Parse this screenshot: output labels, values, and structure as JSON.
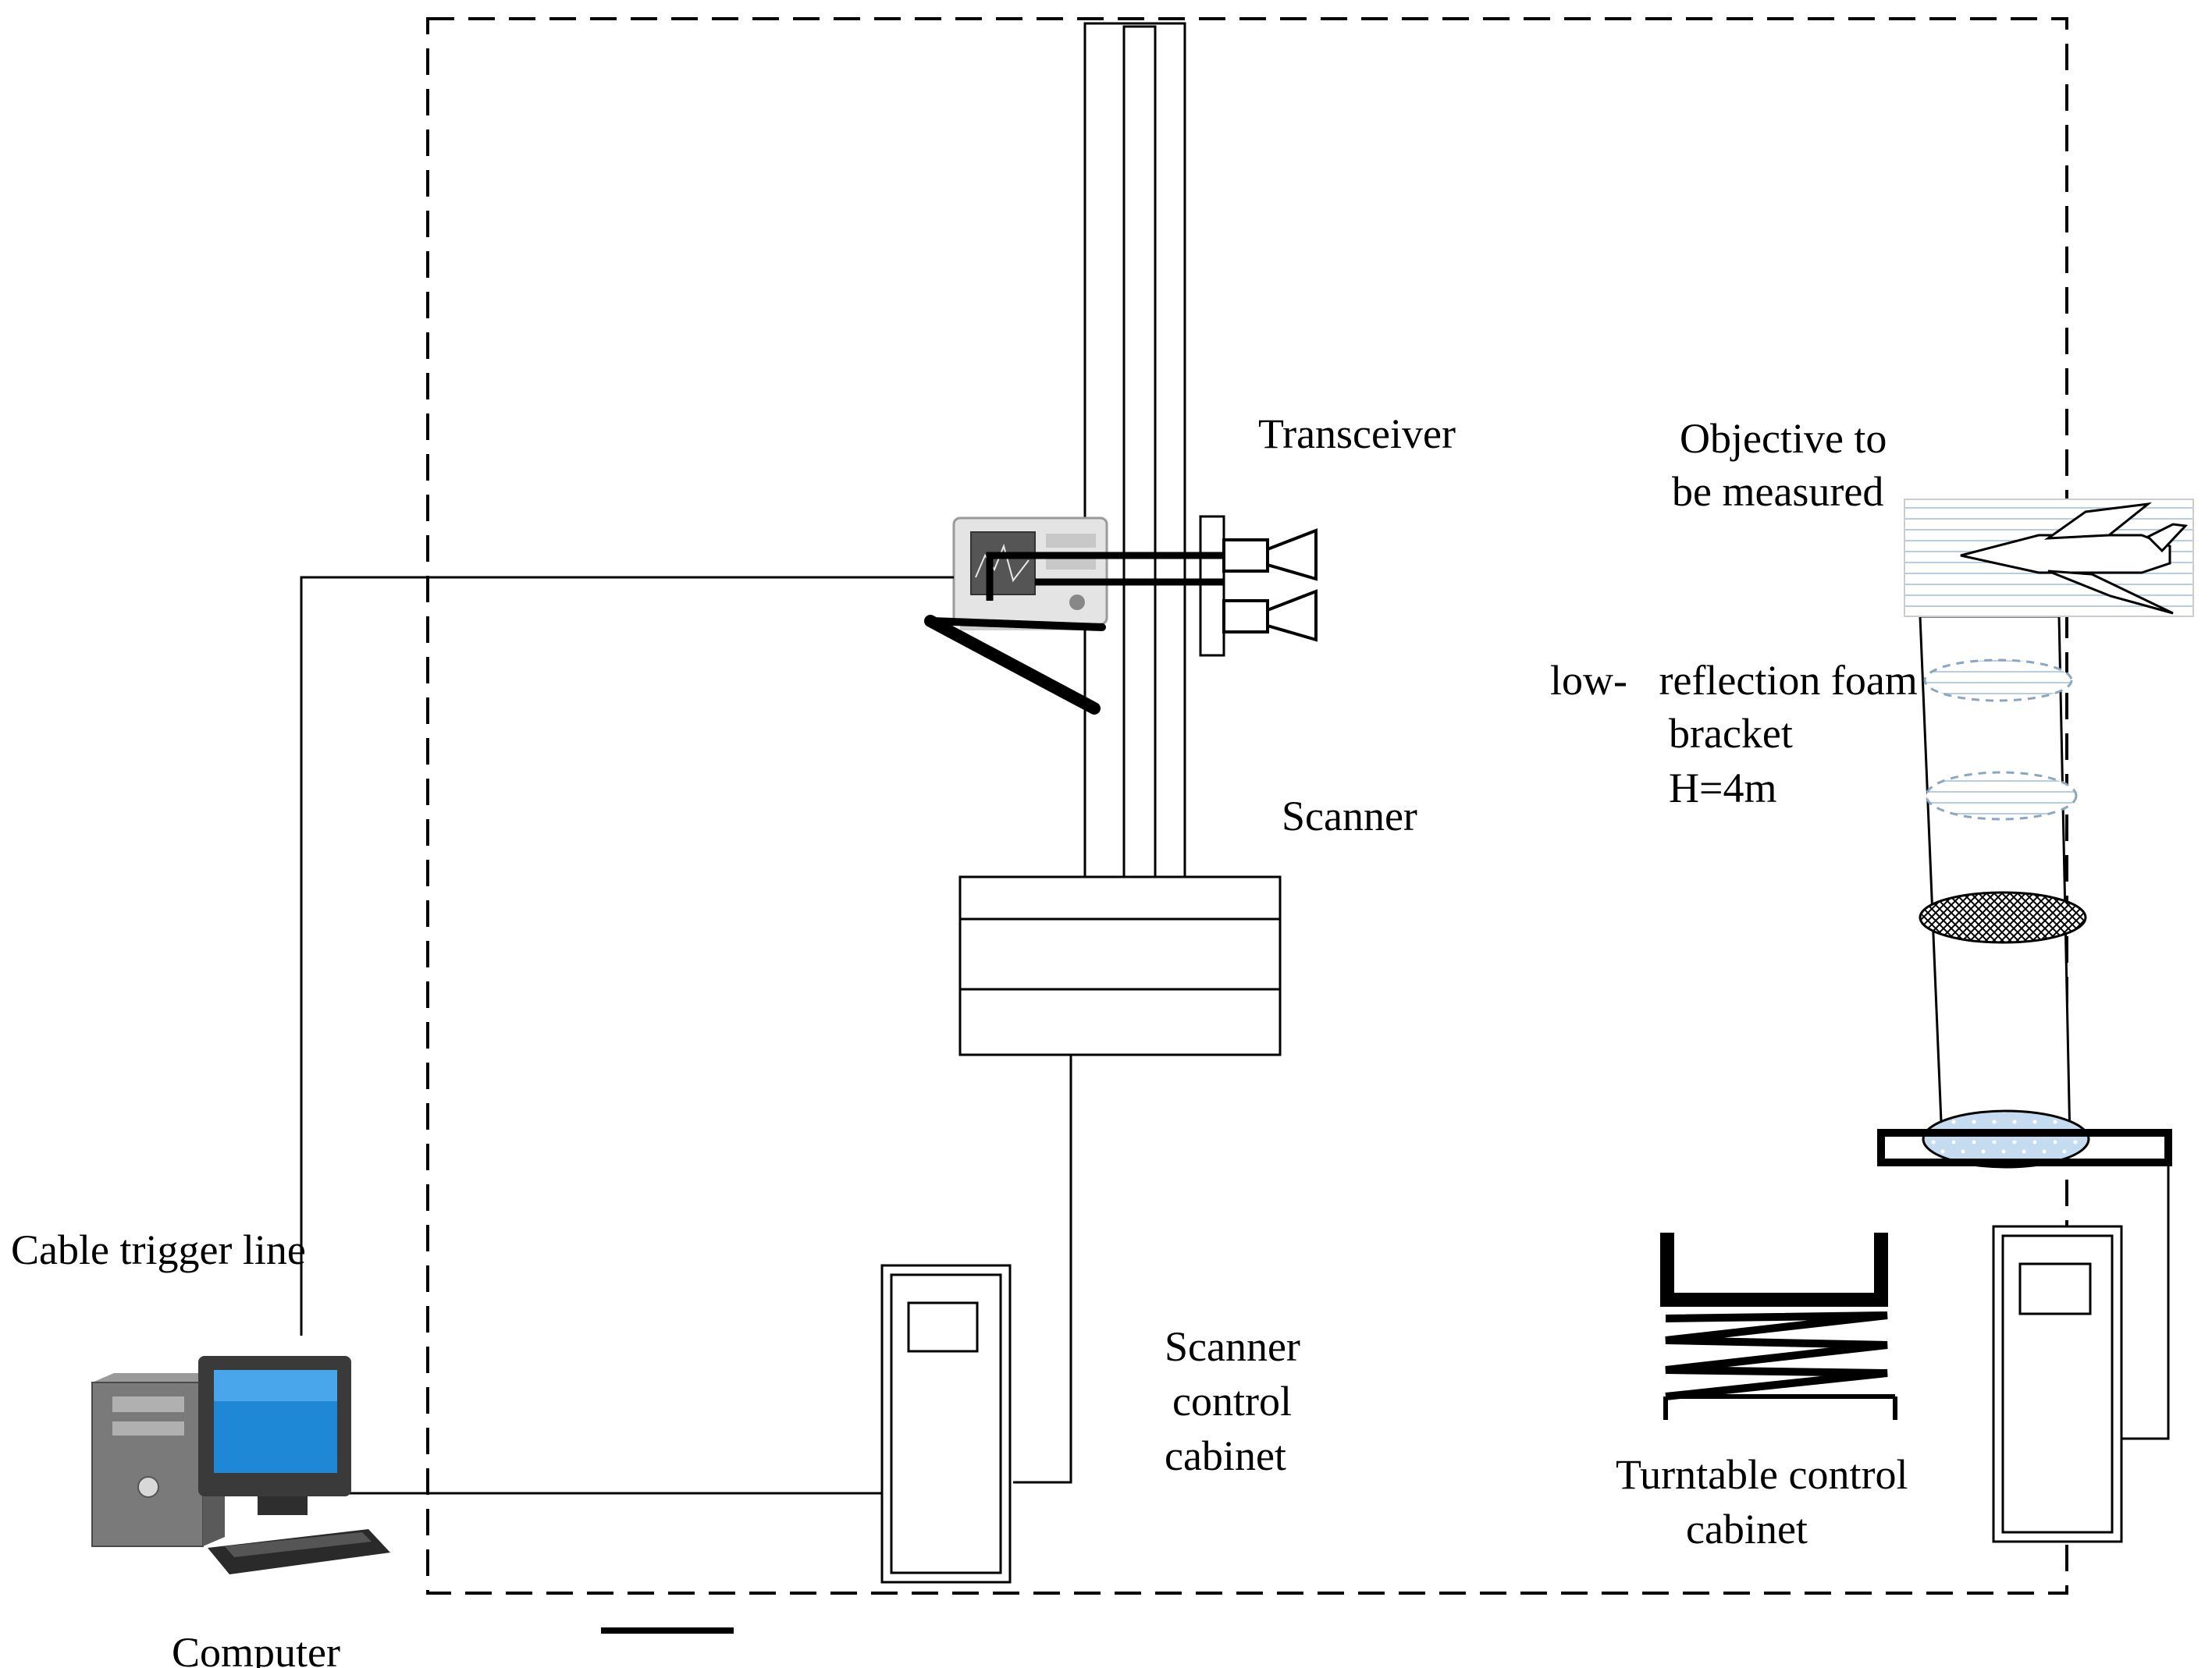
{
  "labels": {
    "transceiver": "Transceiver",
    "objective_line1": "Objective to",
    "objective_line2": "be measured",
    "foam_line1": "low-   reflection foam",
    "foam_line2": "bracket",
    "foam_line3": "H=4m",
    "scanner": "Scanner",
    "cable_trigger": "Cable trigger line",
    "scanner_cabinet_line1": "Scanner",
    "scanner_cabinet_line2": "control",
    "scanner_cabinet_line3": "cabinet",
    "turntable_cabinet_line1": "Turntable control",
    "turntable_cabinet_line2": "cabinet",
    "computer": "Computer"
  },
  "icons": {
    "horn_antenna": "horn-antenna-icon",
    "network_analyzer": "network-analyzer-icon",
    "computer": "desktop-computer-icon",
    "aircraft": "aircraft-icon",
    "spring": "spring-icon"
  },
  "colors": {
    "line": "#000000",
    "foam_fill": "#c9dff2",
    "foam_band": "#e6f0f8",
    "screen_blue": "#1e88d6",
    "case_grey": "#6e6e6e"
  }
}
